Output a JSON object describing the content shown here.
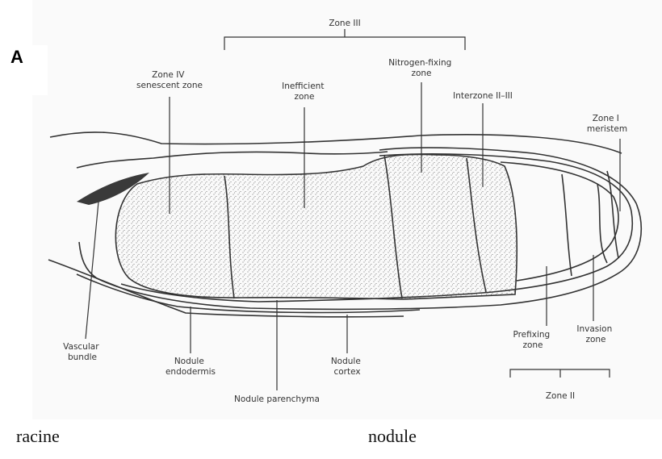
{
  "panel_label": "A",
  "zone_labels": {
    "zone3": "Zone III",
    "zone4": [
      "Zone IV",
      "senescent zone"
    ],
    "inefficient": [
      "Inefficient",
      "zone"
    ],
    "nitrogen_fixing": [
      "Nitrogen-fixing",
      "zone"
    ],
    "interzone": [
      "Interzone II–III"
    ],
    "zone1": [
      "Zone I",
      "meristem"
    ],
    "vascular": [
      "Vascular",
      "bundle"
    ],
    "endodermis": [
      "Nodule",
      "endodermis"
    ],
    "cortex": [
      "Nodule",
      "cortex"
    ],
    "parenchyma": [
      "Nodule parenchyma"
    ],
    "prefixing": [
      "Prefixing",
      "zone"
    ],
    "invasion": [
      "Invasion",
      "zone"
    ],
    "zone2": "Zone II"
  },
  "captions": {
    "left": "racine",
    "right": "nodule"
  },
  "colors": {
    "line": "#333333",
    "background": "#fafafa",
    "vascular_fill": "#3a3a3a",
    "stipple": "#555555"
  }
}
